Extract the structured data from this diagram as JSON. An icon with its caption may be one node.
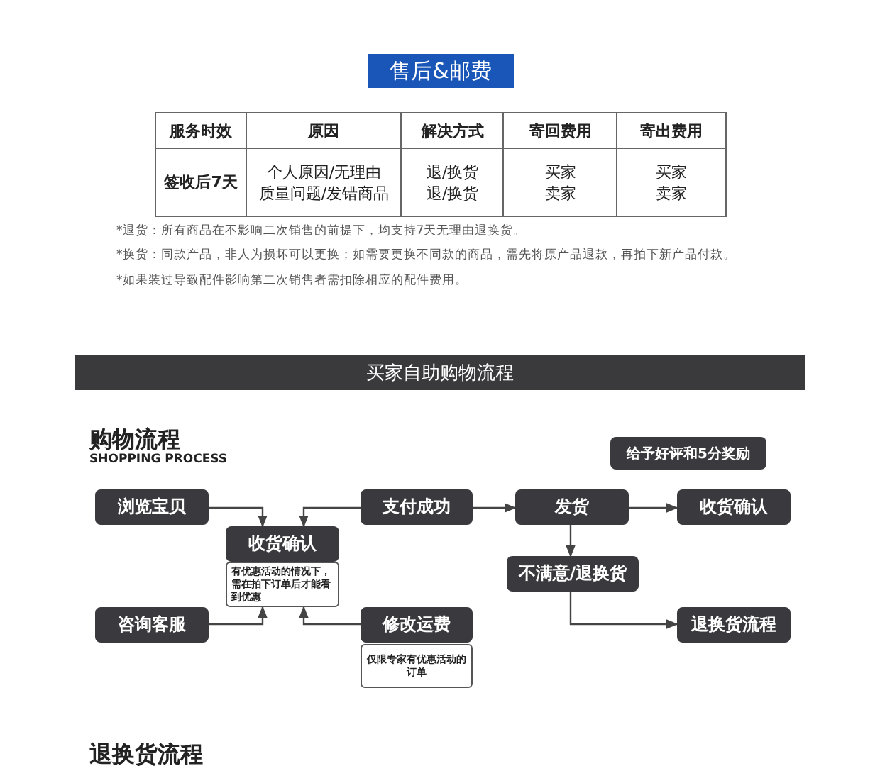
{
  "diagram": {
    "title": "售后&邮费",
    "nodes": [
      {
        "text": [
          "给予好评和5分奖励"
        ]
      },
      {
        "text": [
          "浏览宝贝"
        ]
      },
      {
        "text": [
          "支付成功"
        ]
      },
      {
        "text": [
          "发货"
        ]
      },
      {
        "text": [
          "收货确认"
        ]
      },
      {
        "text": [
          "收货确认"
        ]
      },
      {
        "text": [
          "有优惠活动的情况下，需在拍下订单后才能看到优惠"
        ]
      },
      {
        "text": [
          "不满意/退换货"
        ]
      },
      {
        "text": [
          "咨询客服"
        ]
      },
      {
        "text": [
          "修改运费"
        ]
      },
      {
        "text": [
          "仅限专家有优惠活动的订单"
        ]
      },
      {
        "text": [
          "退换货流程"
        ]
      }
    ],
    "edges": [
      {
        "from": 1,
        "to": 5,
        "arrow": "to"
      },
      {
        "from": 2,
        "to": 5,
        "arrow": "to"
      },
      {
        "from": 2,
        "to": 3,
        "arrow": "to"
      },
      {
        "from": 3,
        "to": 4,
        "arrow": "to"
      },
      {
        "from": 3,
        "to": 7,
        "arrow": "to"
      },
      {
        "from": 7,
        "to": 11,
        "arrow": "to"
      },
      {
        "from": 8,
        "to": 6,
        "arrow": "to"
      },
      {
        "from": 9,
        "to": 6,
        "arrow": "to"
      }
    ],
    "labels": [
      "服务时效",
      "原因",
      "解决方式",
      "寄回费用",
      "寄出费用",
      "签收后7天",
      "个人原因/无理由",
      "退/换货",
      "买家",
      "买家",
      "质量问题/发错商品",
      "退/换货",
      "卖家",
      "卖家",
      "*退货：所有商品在不影响二次销售的前提下，均支持7天无理由退换货。",
      "*换货：同款产品，非人为损坏可以更换；如需要更换不同款的商品，需先将原产品退款，再拍下新产品付款。",
      "*如果装过导致配件影响第二次销售者需扣除相应的配件费用。",
      "买家自助购物流程",
      "购物流程",
      "SHOPPING PROCESS",
      "退换货流程"
    ]
  }
}
